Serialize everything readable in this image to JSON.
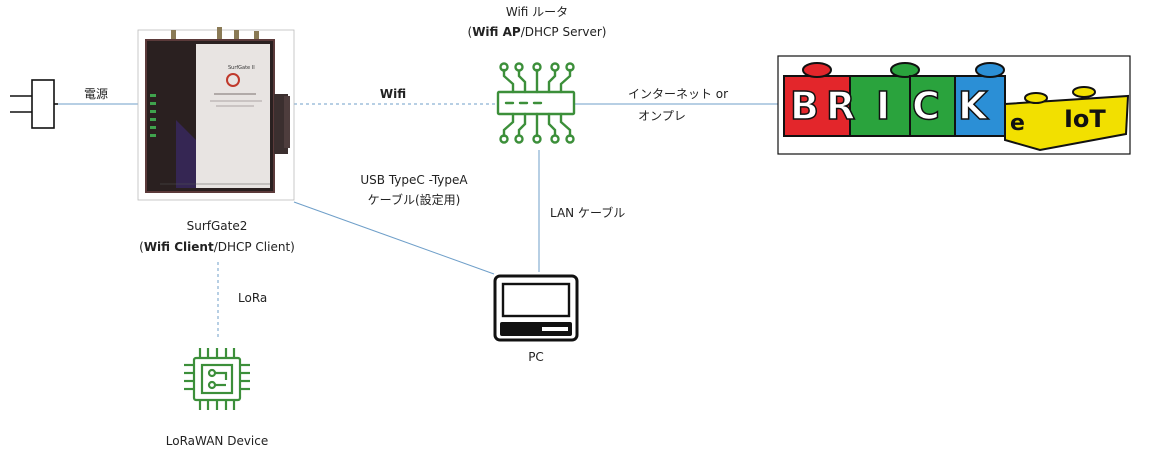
{
  "labels": {
    "power": "電源",
    "wifi_link": "Wifi",
    "router_title": "Wifi ルータ",
    "router_role_open": "(",
    "router_role_bold": "Wifi AP",
    "router_role_rest": "/DHCP Server)",
    "internet_line1": "インターネット or",
    "internet_line2": "オンプレ",
    "usb_line1": "USB TypeC -TypeA",
    "usb_line2": "ケーブル(設定用)",
    "lan": "LAN ケーブル",
    "gateway_name": "SurfGate2",
    "gateway_role_open": "(",
    "gateway_role_bold": "Wifi Client",
    "gateway_role_rest": "/DHCP Client)",
    "lora": "LoRa",
    "pc": "PC",
    "device": "LoRaWAN Device"
  },
  "brick_logo": {
    "letters": [
      "B",
      "R",
      "I",
      "C",
      "K"
    ],
    "suffix_small": "e",
    "suffix_iot": "IoT",
    "colors": [
      "#e3262b",
      "#2aa33d",
      "#e3262b",
      "#2aa33d",
      "#2b8fd6",
      "#f2e000"
    ]
  },
  "gateway_device": {
    "brand": "SurfGate II",
    "colors": {
      "body": "#2a2020",
      "trim": "#5b3a3a",
      "panel": "#e8e4e2",
      "led": "#3fa34d"
    }
  },
  "colors": {
    "line": "#6f9fc9",
    "icon_green": "#3c8f3a"
  }
}
